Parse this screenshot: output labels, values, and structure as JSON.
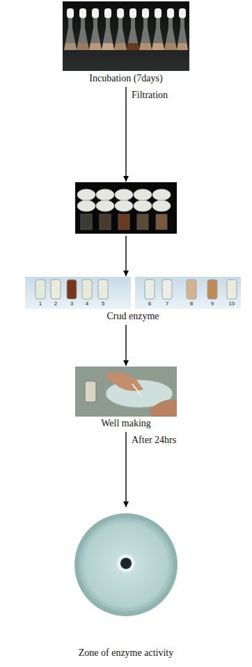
{
  "diagram": {
    "nodes": [
      {
        "text": [
          "Incubation (7days)"
        ]
      },
      {
        "text": []
      },
      {
        "text": [
          "Crud enzyme"
        ]
      },
      {
        "text": [
          "Well making"
        ]
      },
      {
        "text": [
          "Zone of enzyme activity"
        ]
      }
    ],
    "edges": [
      {
        "from": 0,
        "to": 1,
        "arrow": "to",
        "label": "Filtration"
      },
      {
        "from": 1,
        "to": 2,
        "arrow": "to"
      },
      {
        "from": 2,
        "to": 3,
        "arrow": "to"
      },
      {
        "from": 3,
        "to": 4,
        "arrow": "to",
        "label": "After 24hrs"
      }
    ],
    "labels": [
      "1",
      "2",
      "3",
      "4",
      "5",
      "6",
      "7",
      "8",
      "9",
      "10"
    ]
  }
}
